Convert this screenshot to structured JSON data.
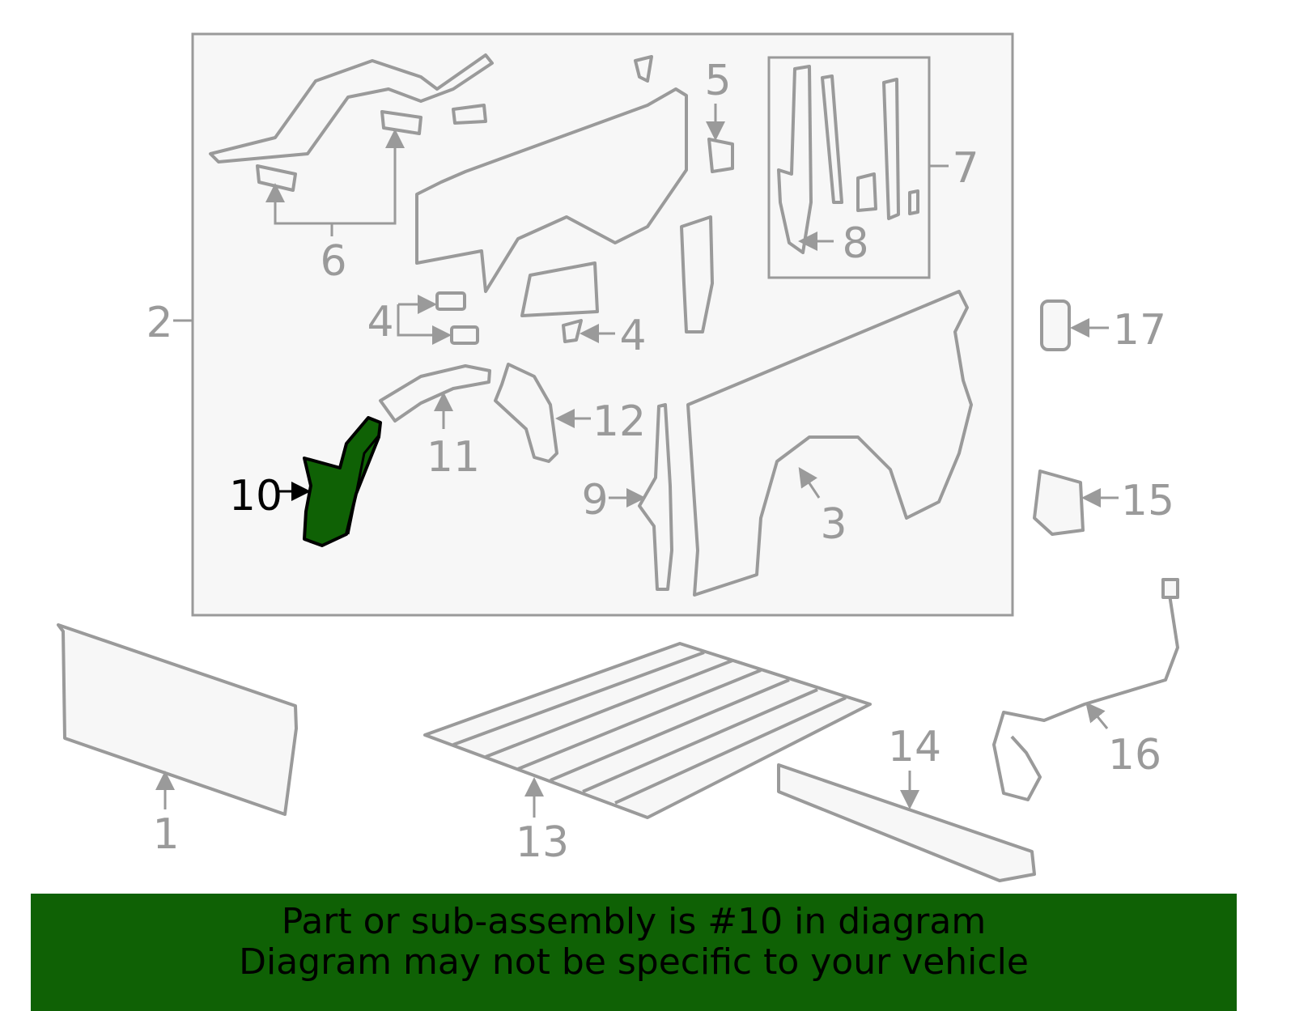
{
  "diagram": {
    "labels": {
      "l1": "1",
      "l2": "2",
      "l3": "3",
      "l4a": "4",
      "l4b": "4",
      "l5": "5",
      "l6": "6",
      "l7": "7",
      "l8": "8",
      "l9": "9",
      "l10": "10",
      "l11": "11",
      "l12": "12",
      "l13": "13",
      "l14": "14",
      "l15": "15",
      "l16": "16",
      "l17": "17"
    },
    "highlighted_part": "10",
    "colors": {
      "highlight": "#0f6105",
      "outline": "#9a9a9a",
      "group_box": "#f7f7f7"
    }
  },
  "banner": {
    "line1": "Part or sub-assembly is #10 in diagram",
    "line2": "Diagram may not be specific to your vehicle"
  }
}
